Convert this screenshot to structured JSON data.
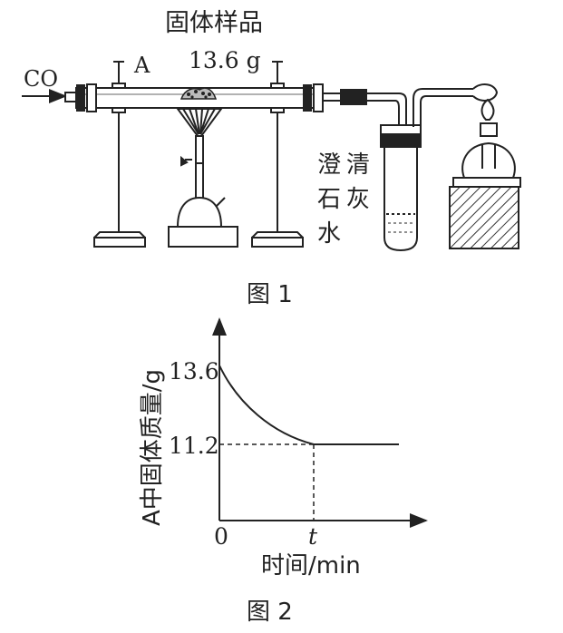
{
  "figure1": {
    "sample_title": "固体样品",
    "sample_mass": "13.6 g",
    "gas_label": "CO",
    "tube_label": "A",
    "limewater_chars": [
      "澄",
      "清",
      "石",
      "灰",
      "水"
    ],
    "caption": "图 1"
  },
  "figure2": {
    "caption": "图 2",
    "chart_data": {
      "type": "line",
      "ylabel": "A中固体质量/g",
      "xlabel": "时间/min",
      "y_ticks": [
        "13.6",
        "11.2"
      ],
      "x_ticks": [
        "0",
        "t"
      ],
      "series": [
        {
          "points": [
            {
              "x": "0",
              "y": 13.6
            },
            {
              "x": "t",
              "y": 11.2
            },
            {
              "x": "after t",
              "y": 11.2
            }
          ]
        }
      ],
      "annotations": [
        "dashed guide from 11.2 to curve",
        "dashed guide from t to curve"
      ]
    }
  }
}
